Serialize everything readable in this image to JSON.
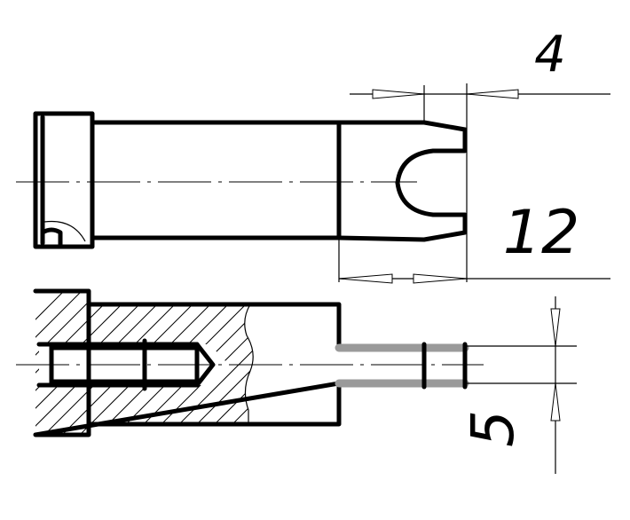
{
  "dimensions": {
    "slot_depth": "4",
    "slot_length": "12",
    "slot_width": "5"
  },
  "colors": {
    "line": "#000000",
    "thread_lines": "#9a9a9a",
    "background": "#ffffff"
  }
}
